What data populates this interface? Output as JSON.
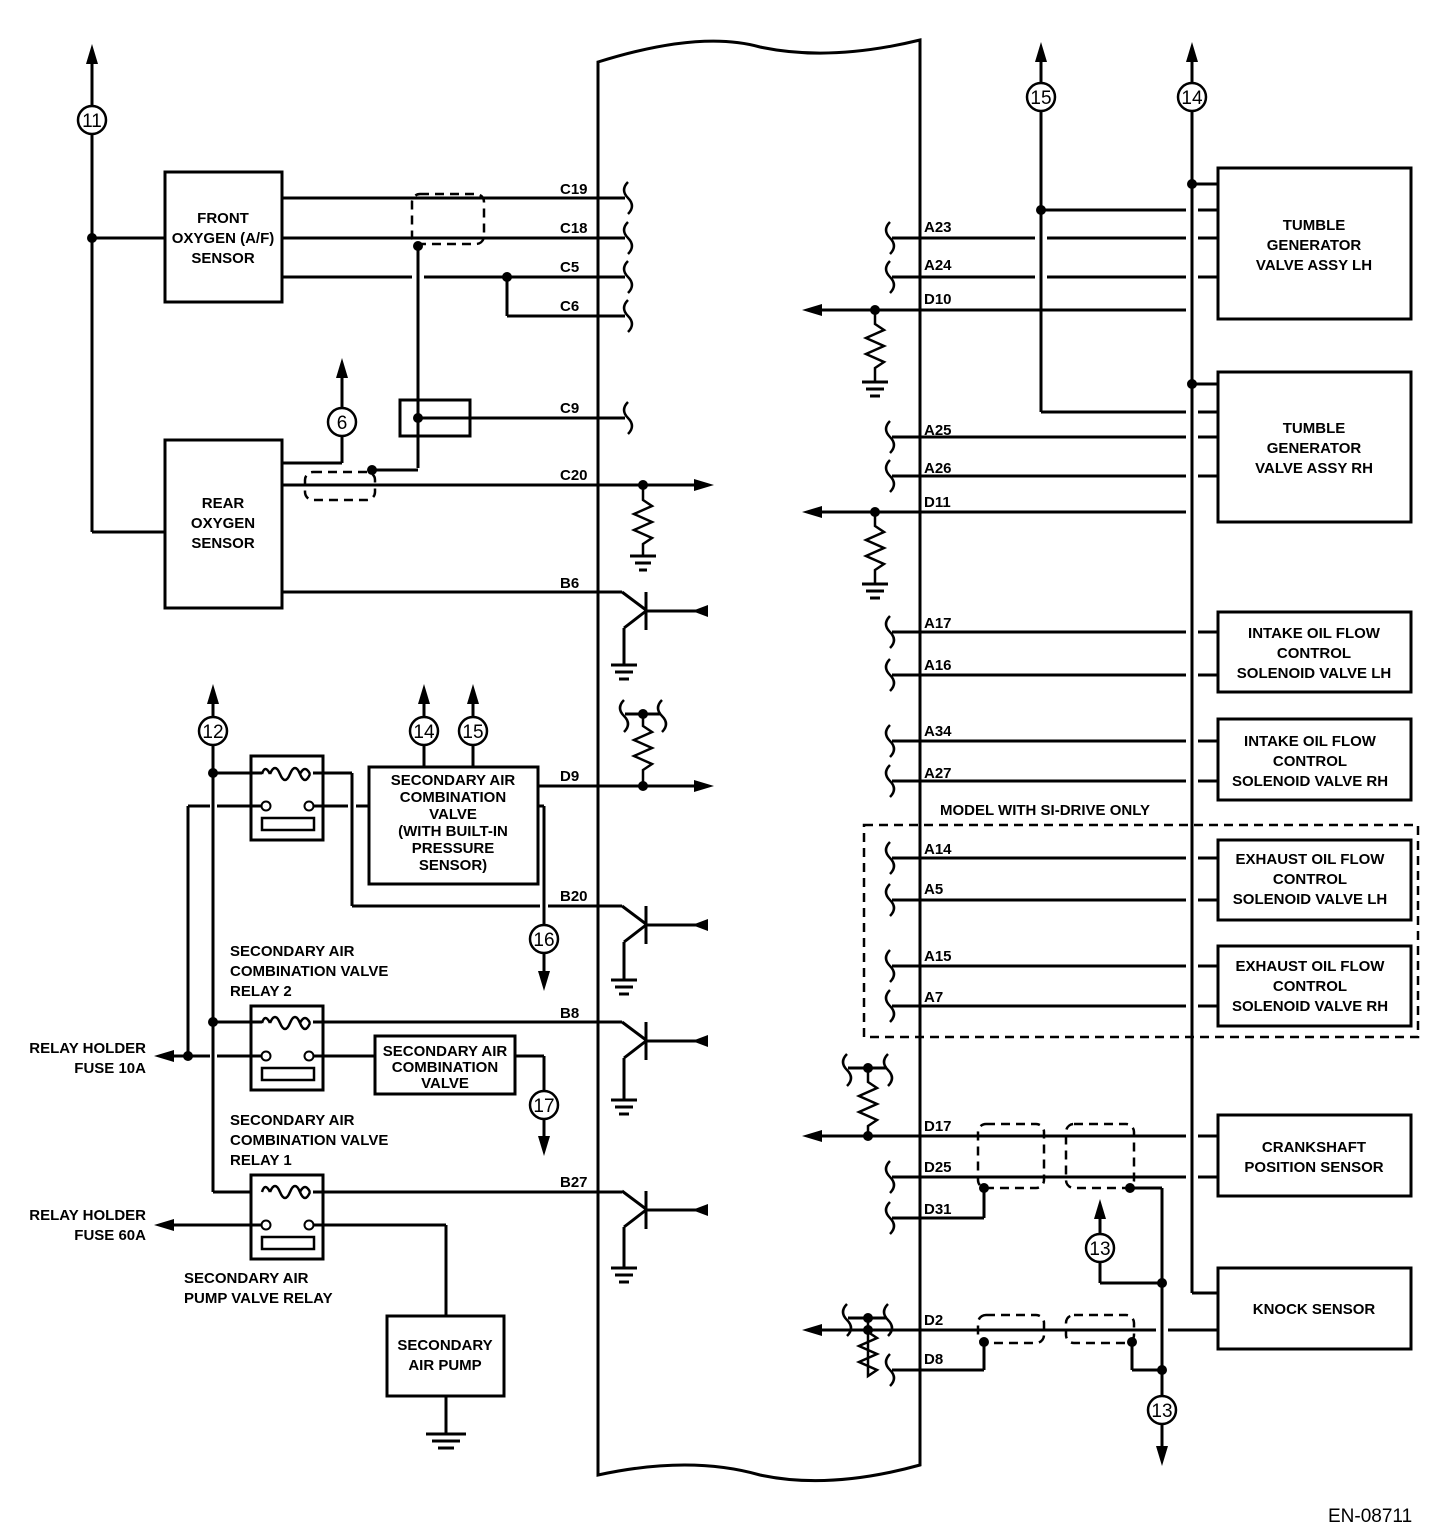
{
  "diagram": {
    "type": "wiring-diagram",
    "figure_id": "EN-08711",
    "components": {
      "front_o2": [
        "FRONT",
        "OXYGEN (A/F)",
        "SENSOR"
      ],
      "rear_o2": [
        "REAR",
        "OXYGEN",
        "SENSOR"
      ],
      "sec_air_comb_valve_sensor": [
        "SECONDARY AIR",
        "COMBINATION",
        "VALVE",
        "(WITH BUILT-IN",
        "PRESSURE",
        "SENSOR)"
      ],
      "sec_air_comb_valve": [
        "SECONDARY AIR",
        "COMBINATION",
        "VALVE"
      ],
      "sec_air_pump": [
        "SECONDARY",
        "AIR PUMP"
      ],
      "tgv_lh": [
        "TUMBLE",
        "GENERATOR",
        "VALVE ASSY LH"
      ],
      "tgv_rh": [
        "TUMBLE",
        "GENERATOR",
        "VALVE ASSY RH"
      ],
      "intake_ocv_lh": [
        "INTAKE OIL FLOW",
        "CONTROL",
        "SOLENOID VALVE LH"
      ],
      "intake_ocv_rh": [
        "INTAKE OIL FLOW",
        "CONTROL",
        "SOLENOID VALVE RH"
      ],
      "exhaust_ocv_lh": [
        "EXHAUST OIL FLOW",
        "CONTROL",
        "SOLENOID VALVE LH"
      ],
      "exhaust_ocv_rh": [
        "EXHAUST OIL FLOW",
        "CONTROL",
        "SOLENOID VALVE RH"
      ],
      "crank_sensor": [
        "CRANKSHAFT",
        "POSITION SENSOR"
      ],
      "knock_sensor": [
        "KNOCK SENSOR"
      ]
    },
    "relay_labels": {
      "relay2": [
        "SECONDARY AIR",
        "COMBINATION VALVE",
        "RELAY 2"
      ],
      "relay1": [
        "SECONDARY AIR",
        "COMBINATION VALVE",
        "RELAY 1"
      ],
      "pump_relay": [
        "SECONDARY AIR",
        "PUMP VALVE RELAY"
      ]
    },
    "external_labels": {
      "fuse10": [
        "RELAY HOLDER",
        "FUSE 10A"
      ],
      "fuse60": [
        "RELAY HOLDER",
        "FUSE 60A"
      ],
      "si_drive": "MODEL WITH SI-DRIVE ONLY"
    },
    "pins": {
      "C19": "C19",
      "C18": "C18",
      "C5": "C5",
      "C6": "C6",
      "C9": "C9",
      "C20": "C20",
      "B6": "B6",
      "D9": "D9",
      "B20": "B20",
      "B8": "B8",
      "B27": "B27",
      "A23": "A23",
      "A24": "A24",
      "D10": "D10",
      "A25": "A25",
      "A26": "A26",
      "D11": "D11",
      "A17": "A17",
      "A16": "A16",
      "A34": "A34",
      "A27": "A27",
      "A14": "A14",
      "A5": "A5",
      "A15": "A15",
      "A7": "A7",
      "D17": "D17",
      "D25": "D25",
      "D31": "D31",
      "D2": "D2",
      "D8": "D8"
    },
    "connectors": {
      "c11": "11",
      "c6": "6",
      "c12": "12",
      "c14a": "14",
      "c15a": "15",
      "c16": "16",
      "c17": "17",
      "c15b": "15",
      "c14b": "14",
      "c13a": "13",
      "c13b": "13"
    }
  }
}
